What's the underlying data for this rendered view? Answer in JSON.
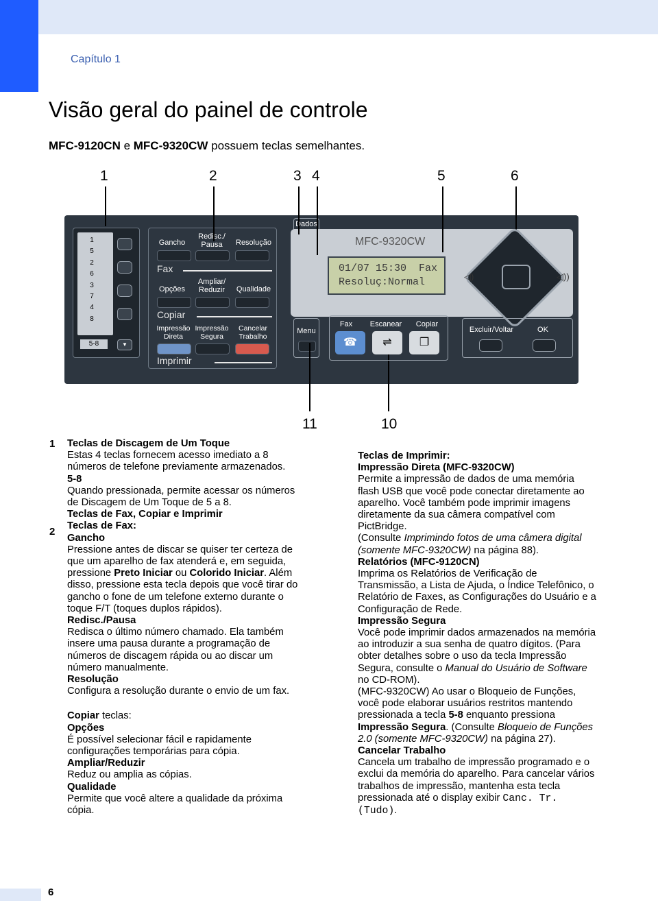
{
  "header": {
    "chapter": "Capítulo 1"
  },
  "title": "Visão geral do painel de controle",
  "subtitle": {
    "model1": "MFC-9120CN",
    "and": " e ",
    "model2": "MFC-9320CW",
    "rest": " possuem teclas semelhantes."
  },
  "callouts": {
    "c1": "1",
    "c2": "2",
    "c3": "3",
    "c4": "4",
    "c5": "5",
    "c6": "6",
    "c10": "10",
    "c11": "11"
  },
  "panel": {
    "onetouch": [
      "1",
      "5",
      "2",
      "6",
      "3",
      "7",
      "4",
      "8"
    ],
    "shift": "5-8",
    "fax_row1": [
      "Gancho",
      "Redisc./\nPausa",
      "Resolução"
    ],
    "fax_label": "Fax",
    "copy_row1": [
      "Opções",
      "Ampliar/\nReduzir",
      "Qualidade"
    ],
    "copy_label": "Copiar",
    "print_row1": [
      "Impressão\nDireta",
      "Impressão\nSegura",
      "Cancelar\nTrabalho"
    ],
    "print_label": "Imprimir",
    "dados": "Dados",
    "menu": "Menu",
    "model": "MFC-9320CW",
    "lcd_line1": "01/07 15:30  Fax",
    "lcd_line2": "Resoluç:Normal",
    "mode_fax": "Fax",
    "mode_scan": "Escanear",
    "mode_copy": "Copiar",
    "excluir": "Excluir/Voltar",
    "ok": "OK"
  },
  "left": {
    "i1_num": "1",
    "i1_head": "Teclas de Discagem de Um Toque",
    "i1_text": "Estas 4 teclas fornecem acesso imediato a 8 números de telefone previamente armazenados.",
    "i1_58": "5-8",
    "i1_58_text": "Quando pressionada, permite acessar os números de Discagem de Um Toque de 5 a 8.",
    "i2_num": "2",
    "i2_head": "Teclas de Fax, Copiar e Imprimir",
    "fax_keys": "Teclas de Fax:",
    "gancho": "Gancho",
    "gancho_t1": "Pressione antes de discar se quiser ter certeza de que um aparelho de fax atenderá e, em seguida, pressione ",
    "preto": "Preto Iniciar",
    "ou": " ou ",
    "colorido": "Colorido Iniciar",
    "gancho_t2": ". Além disso, pressione esta tecla depois que você tirar do gancho o fone de um telefone externo durante o toque F/T (toques duplos rápidos).",
    "redisc": "Redisc./Pausa",
    "redisc_t": "Redisca o último número chamado. Ela também insere uma pausa durante a programação de números de discagem rápida ou ao discar um número manualmente.",
    "resolucao": "Resolução",
    "resolucao_t": "Configura a resolução durante o envio de um fax.",
    "copiar_b": "Copiar",
    "copiar_rest": " teclas:",
    "opcoes": "Opções",
    "opcoes_t": "É possível selecionar fácil e rapidamente configurações temporárias para cópia.",
    "ampliar": "Ampliar/Reduzir",
    "ampliar_t": "Reduz ou amplia as cópias.",
    "qualidade": "Qualidade",
    "qualidade_t": "Permite que você altere a qualidade da próxima cópia."
  },
  "right": {
    "print_keys": "Teclas de Imprimir:",
    "direta": "Impressão Direta (MFC-9320CW)",
    "direta_t": "Permite a impressão de dados de uma memória flash USB que você pode conectar diretamente ao aparelho. Você também pode imprimir imagens diretamente da sua câmera compatível com PictBridge.",
    "consult1_a": "(Consulte ",
    "consult1_i": "Imprimindo fotos de uma câmera digital (somente MFC-9320CW)",
    "consult1_b": " na página 88).",
    "relatorios": "Relatórios (MFC-9120CN)",
    "relatorios_t": "Imprima os Relatórios de Verificação de Transmissão, a Lista de Ajuda, o Índice Telefônico, o Relatório de Faxes, as Configurações do Usuário e a Configuração de Rede.",
    "segura": "Impressão Segura",
    "segura_t1": "Você pode imprimir dados armazenados na memória ao introduzir a sua senha de quatro dígitos. (Para obter detalhes sobre o uso da tecla Impressão Segura, consulte o ",
    "segura_i": "Manual do Usuário de Software",
    "segura_t2": " no CD-ROM).",
    "bloqueio_t1": "(MFC-9320CW) Ao usar o Bloqueio de Funções, você pode elaborar usuários restritos mantendo pressionada a tecla ",
    "bloqueio_b1": "5-8",
    "bloqueio_t2": " enquanto pressiona ",
    "bloqueio_b2": "Impressão Segura",
    "bloqueio_t3": ". (Consulte ",
    "bloqueio_i": "Bloqueio de Funções 2.0 (somente MFC-9320CW)",
    "bloqueio_t4": " na página 27).",
    "cancelar": "Cancelar Trabalho",
    "cancelar_t": "Cancela um trabalho de impressão programado e o exclui da memória do aparelho. Para cancelar vários trabalhos de impressão, mantenha esta tecla pressionada até o display exibir ",
    "cancelar_mono": "Canc. Tr. (Tudo)",
    "cancelar_end": "."
  },
  "footer": {
    "page": "6"
  }
}
